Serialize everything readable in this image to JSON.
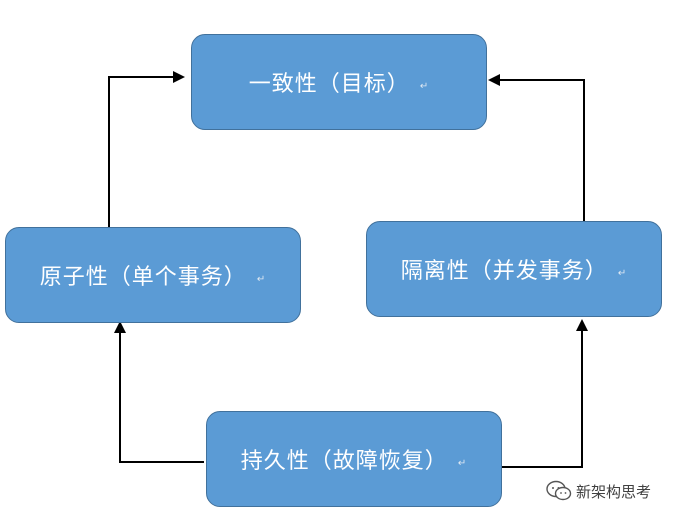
{
  "nodes": {
    "consistency": {
      "label": "一致性（目标）",
      "mark": "↵"
    },
    "atomicity": {
      "label": "原子性（单个事务）",
      "mark": "↵"
    },
    "isolation": {
      "label": "隔离性（并发事务）",
      "mark": "↵"
    },
    "durability": {
      "label": "持久性（故障恢复）",
      "mark": "↵"
    }
  },
  "edges": [
    {
      "from": "atomicity",
      "to": "consistency"
    },
    {
      "from": "isolation",
      "to": "consistency"
    },
    {
      "from": "durability",
      "to": "atomicity"
    },
    {
      "from": "durability",
      "to": "isolation"
    }
  ],
  "watermark": {
    "text": "新架构思考",
    "icon": "wechat-icon"
  },
  "colors": {
    "box_fill": "#5b9bd5",
    "box_border": "#41719c",
    "box_text": "#ffffff",
    "arrow": "#000000"
  }
}
